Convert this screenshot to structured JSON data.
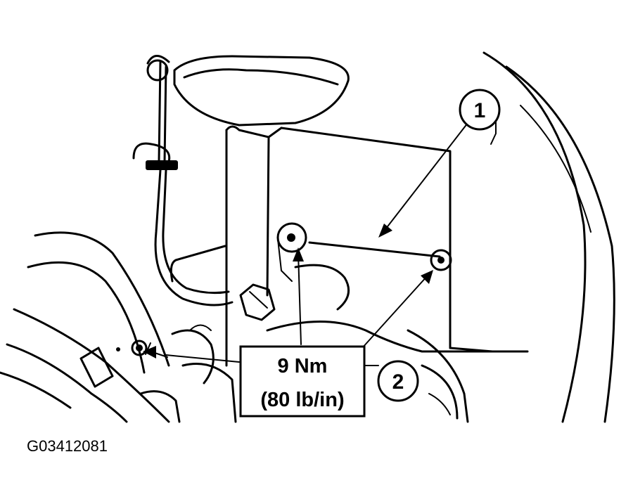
{
  "figure_id": "G03412081",
  "torque_spec": {
    "line1": "9 Nm",
    "line2": "(80 lb/in)"
  },
  "callouts": [
    {
      "number": "1"
    },
    {
      "number": "2"
    }
  ],
  "colors": {
    "ink": "#000000",
    "paper": "#ffffff"
  }
}
